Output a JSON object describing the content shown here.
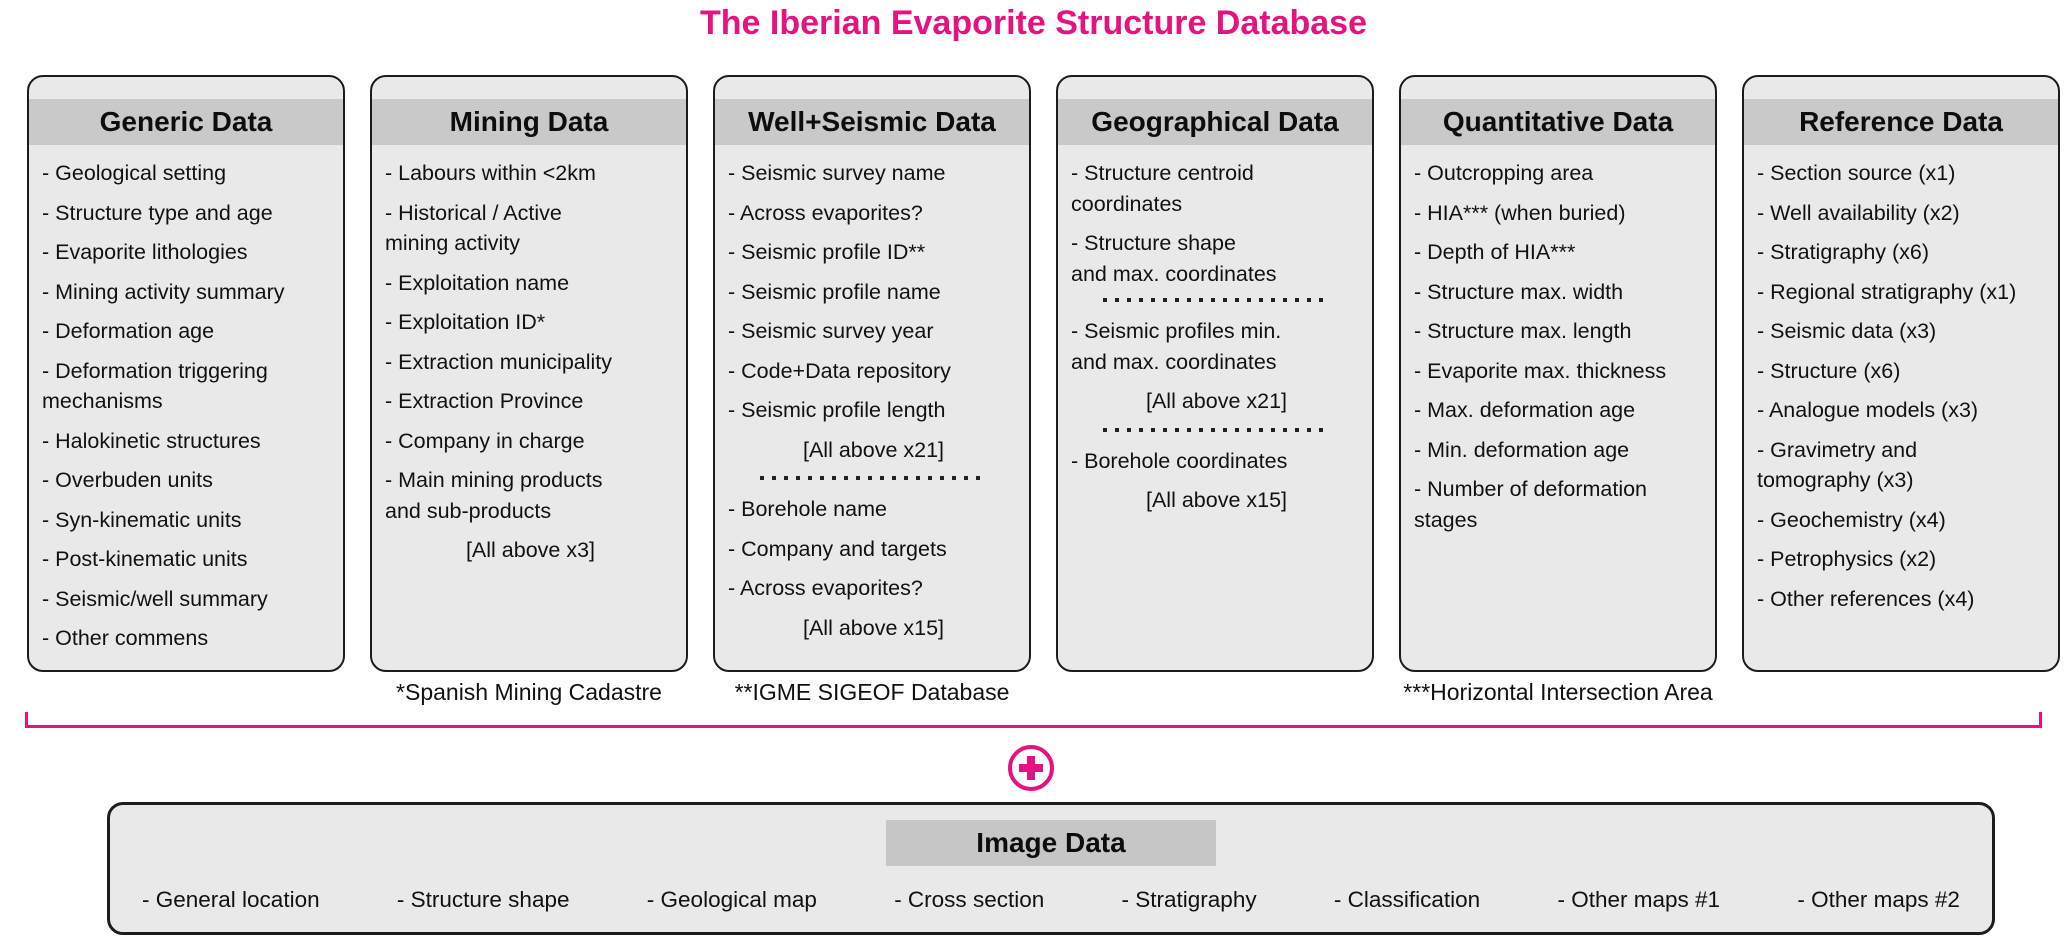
{
  "title": "The Iberian Evaporite Structure Database",
  "accent_color": "#e5137f",
  "card_fill_color": "#e9e9e9",
  "header_band_color": "#c9c9c9",
  "connector_icon": "plus-circle",
  "cards": [
    {
      "title": "Generic Data",
      "items": [
        {
          "type": "bullet",
          "text": "- Geological setting"
        },
        {
          "type": "bullet",
          "text": "- Structure type and age"
        },
        {
          "type": "bullet",
          "text": "- Evaporite lithologies"
        },
        {
          "type": "bullet",
          "text": "- Mining activity summary"
        },
        {
          "type": "bullet",
          "text": "- Deformation age"
        },
        {
          "type": "bullet",
          "text": "- Deformation triggering\n  mechanisms"
        },
        {
          "type": "bullet",
          "text": "- Halokinetic structures"
        },
        {
          "type": "bullet",
          "text": "- Overbuden units"
        },
        {
          "type": "bullet",
          "text": "- Syn-kinematic units"
        },
        {
          "type": "bullet",
          "text": "- Post-kinematic units"
        },
        {
          "type": "bullet",
          "text": "- Seismic/well summary"
        },
        {
          "type": "bullet",
          "text": "- Other commens"
        }
      ],
      "footnote": ""
    },
    {
      "title": "Mining Data",
      "items": [
        {
          "type": "bullet",
          "text": "- Labours within <2km"
        },
        {
          "type": "bullet",
          "text": "- Historical / Active\nmining activity"
        },
        {
          "type": "bullet",
          "text": "- Exploitation name"
        },
        {
          "type": "bullet",
          "text": "- Exploitation ID*"
        },
        {
          "type": "bullet",
          "text": "- Extraction municipality"
        },
        {
          "type": "bullet",
          "text": "- Extraction Province"
        },
        {
          "type": "bullet",
          "text": "- Company in charge"
        },
        {
          "type": "bullet",
          "text": "- Main mining products\nand sub-products"
        },
        {
          "type": "note",
          "text": "[All above x3]"
        }
      ],
      "footnote": "*Spanish Mining Cadastre"
    },
    {
      "title": "Well+Seismic Data",
      "items": [
        {
          "type": "bullet",
          "text": "- Seismic survey name"
        },
        {
          "type": "bullet",
          "text": "- Across evaporites?"
        },
        {
          "type": "bullet",
          "text": "- Seismic profile ID**"
        },
        {
          "type": "bullet",
          "text": "- Seismic profile name"
        },
        {
          "type": "bullet",
          "text": "- Seismic survey year"
        },
        {
          "type": "bullet",
          "text": "- Code+Data repository"
        },
        {
          "type": "bullet",
          "text": "- Seismic profile length"
        },
        {
          "type": "note",
          "text": "[All above x21]"
        },
        {
          "type": "dots"
        },
        {
          "type": "bullet",
          "text": "- Borehole name"
        },
        {
          "type": "bullet",
          "text": "- Company and targets"
        },
        {
          "type": "bullet",
          "text": "- Across evaporites?"
        },
        {
          "type": "note",
          "text": "[All above x15]"
        }
      ],
      "footnote": "**IGME SIGEOF Database"
    },
    {
      "title": "Geographical Data",
      "items": [
        {
          "type": "bullet",
          "text": "- Structure centroid\ncoordinates"
        },
        {
          "type": "bullet",
          "text": "- Structure shape\n and max. coordinates"
        },
        {
          "type": "dots"
        },
        {
          "type": "bullet",
          "text": "- Seismic profiles min.\n and max. coordinates"
        },
        {
          "type": "note",
          "text": "[All above x21]"
        },
        {
          "type": "dots"
        },
        {
          "type": "bullet",
          "text": "- Borehole coordinates"
        },
        {
          "type": "note",
          "text": "[All above x15]"
        }
      ],
      "footnote": ""
    },
    {
      "title": "Quantitative Data",
      "items": [
        {
          "type": "bullet",
          "text": "- Outcropping area"
        },
        {
          "type": "bullet",
          "text": "- HIA*** (when buried)"
        },
        {
          "type": "bullet",
          "text": "- Depth of HIA***"
        },
        {
          "type": "bullet",
          "text": "- Structure max. width"
        },
        {
          "type": "bullet",
          "text": "- Structure max. length"
        },
        {
          "type": "bullet",
          "text": "- Evaporite max. thickness"
        },
        {
          "type": "bullet",
          "text": "- Max. deformation age"
        },
        {
          "type": "bullet",
          "text": "- Min. deformation age"
        },
        {
          "type": "bullet",
          "text": "- Number of deformation\nstages"
        }
      ],
      "footnote": "***Horizontal Intersection Area"
    },
    {
      "title": "Reference Data",
      "items": [
        {
          "type": "bullet",
          "text": "- Section source (x1)"
        },
        {
          "type": "bullet",
          "text": "- Well availability (x2)"
        },
        {
          "type": "bullet",
          "text": "- Stratigraphy (x6)"
        },
        {
          "type": "bullet",
          "text": "- Regional stratigraphy (x1)"
        },
        {
          "type": "bullet",
          "text": "- Seismic data (x3)"
        },
        {
          "type": "bullet",
          "text": "- Structure (x6)"
        },
        {
          "type": "bullet",
          "text": "- Analogue models (x3)"
        },
        {
          "type": "bullet",
          "text": "- Gravimetry and\ntomography (x3)"
        },
        {
          "type": "bullet",
          "text": "- Geochemistry (x4)"
        },
        {
          "type": "bullet",
          "text": "- Petrophysics (x2)"
        },
        {
          "type": "bullet",
          "text": "- Other references (x4)"
        }
      ],
      "footnote": ""
    }
  ],
  "image_card": {
    "title": "Image Data",
    "items": [
      "- General location",
      "- Structure shape",
      "- Geological map",
      "- Cross section",
      "- Stratigraphy",
      "- Classification",
      "- Other maps #1",
      "- Other maps #2"
    ]
  }
}
